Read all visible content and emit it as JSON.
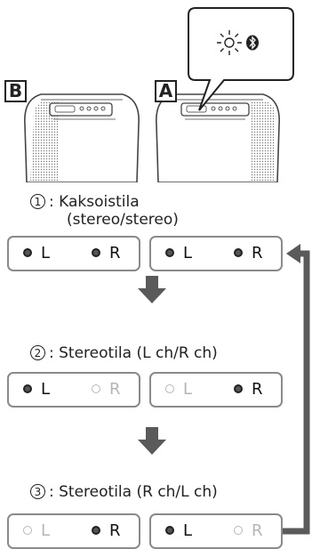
{
  "speakers": {
    "b_label": "B",
    "a_label": "A"
  },
  "callout": {
    "light_icon": "blinking-light-icon",
    "bt_icon": "bluetooth-icon"
  },
  "arrow_color": "#5a5a5a",
  "modes": [
    {
      "number": "1",
      "title": "Kaksoistila",
      "subtitle": "(stereo/stereo)",
      "panels": [
        {
          "left": "L",
          "right": "R",
          "left_on": true,
          "right_on": true
        },
        {
          "left": "L",
          "right": "R",
          "left_on": true,
          "right_on": true
        }
      ]
    },
    {
      "number": "2",
      "title": "Stereotila (L ch/R ch)",
      "subtitle": "",
      "panels": [
        {
          "left": "L",
          "right": "R",
          "left_on": true,
          "right_on": false
        },
        {
          "left": "L",
          "right": "R",
          "left_on": false,
          "right_on": true
        }
      ]
    },
    {
      "number": "3",
      "title": "Stereotila (R ch/L ch)",
      "subtitle": "",
      "panels": [
        {
          "left": "L",
          "right": "R",
          "left_on": false,
          "right_on": true
        },
        {
          "left": "L",
          "right": "R",
          "left_on": true,
          "right_on": false
        }
      ]
    }
  ]
}
